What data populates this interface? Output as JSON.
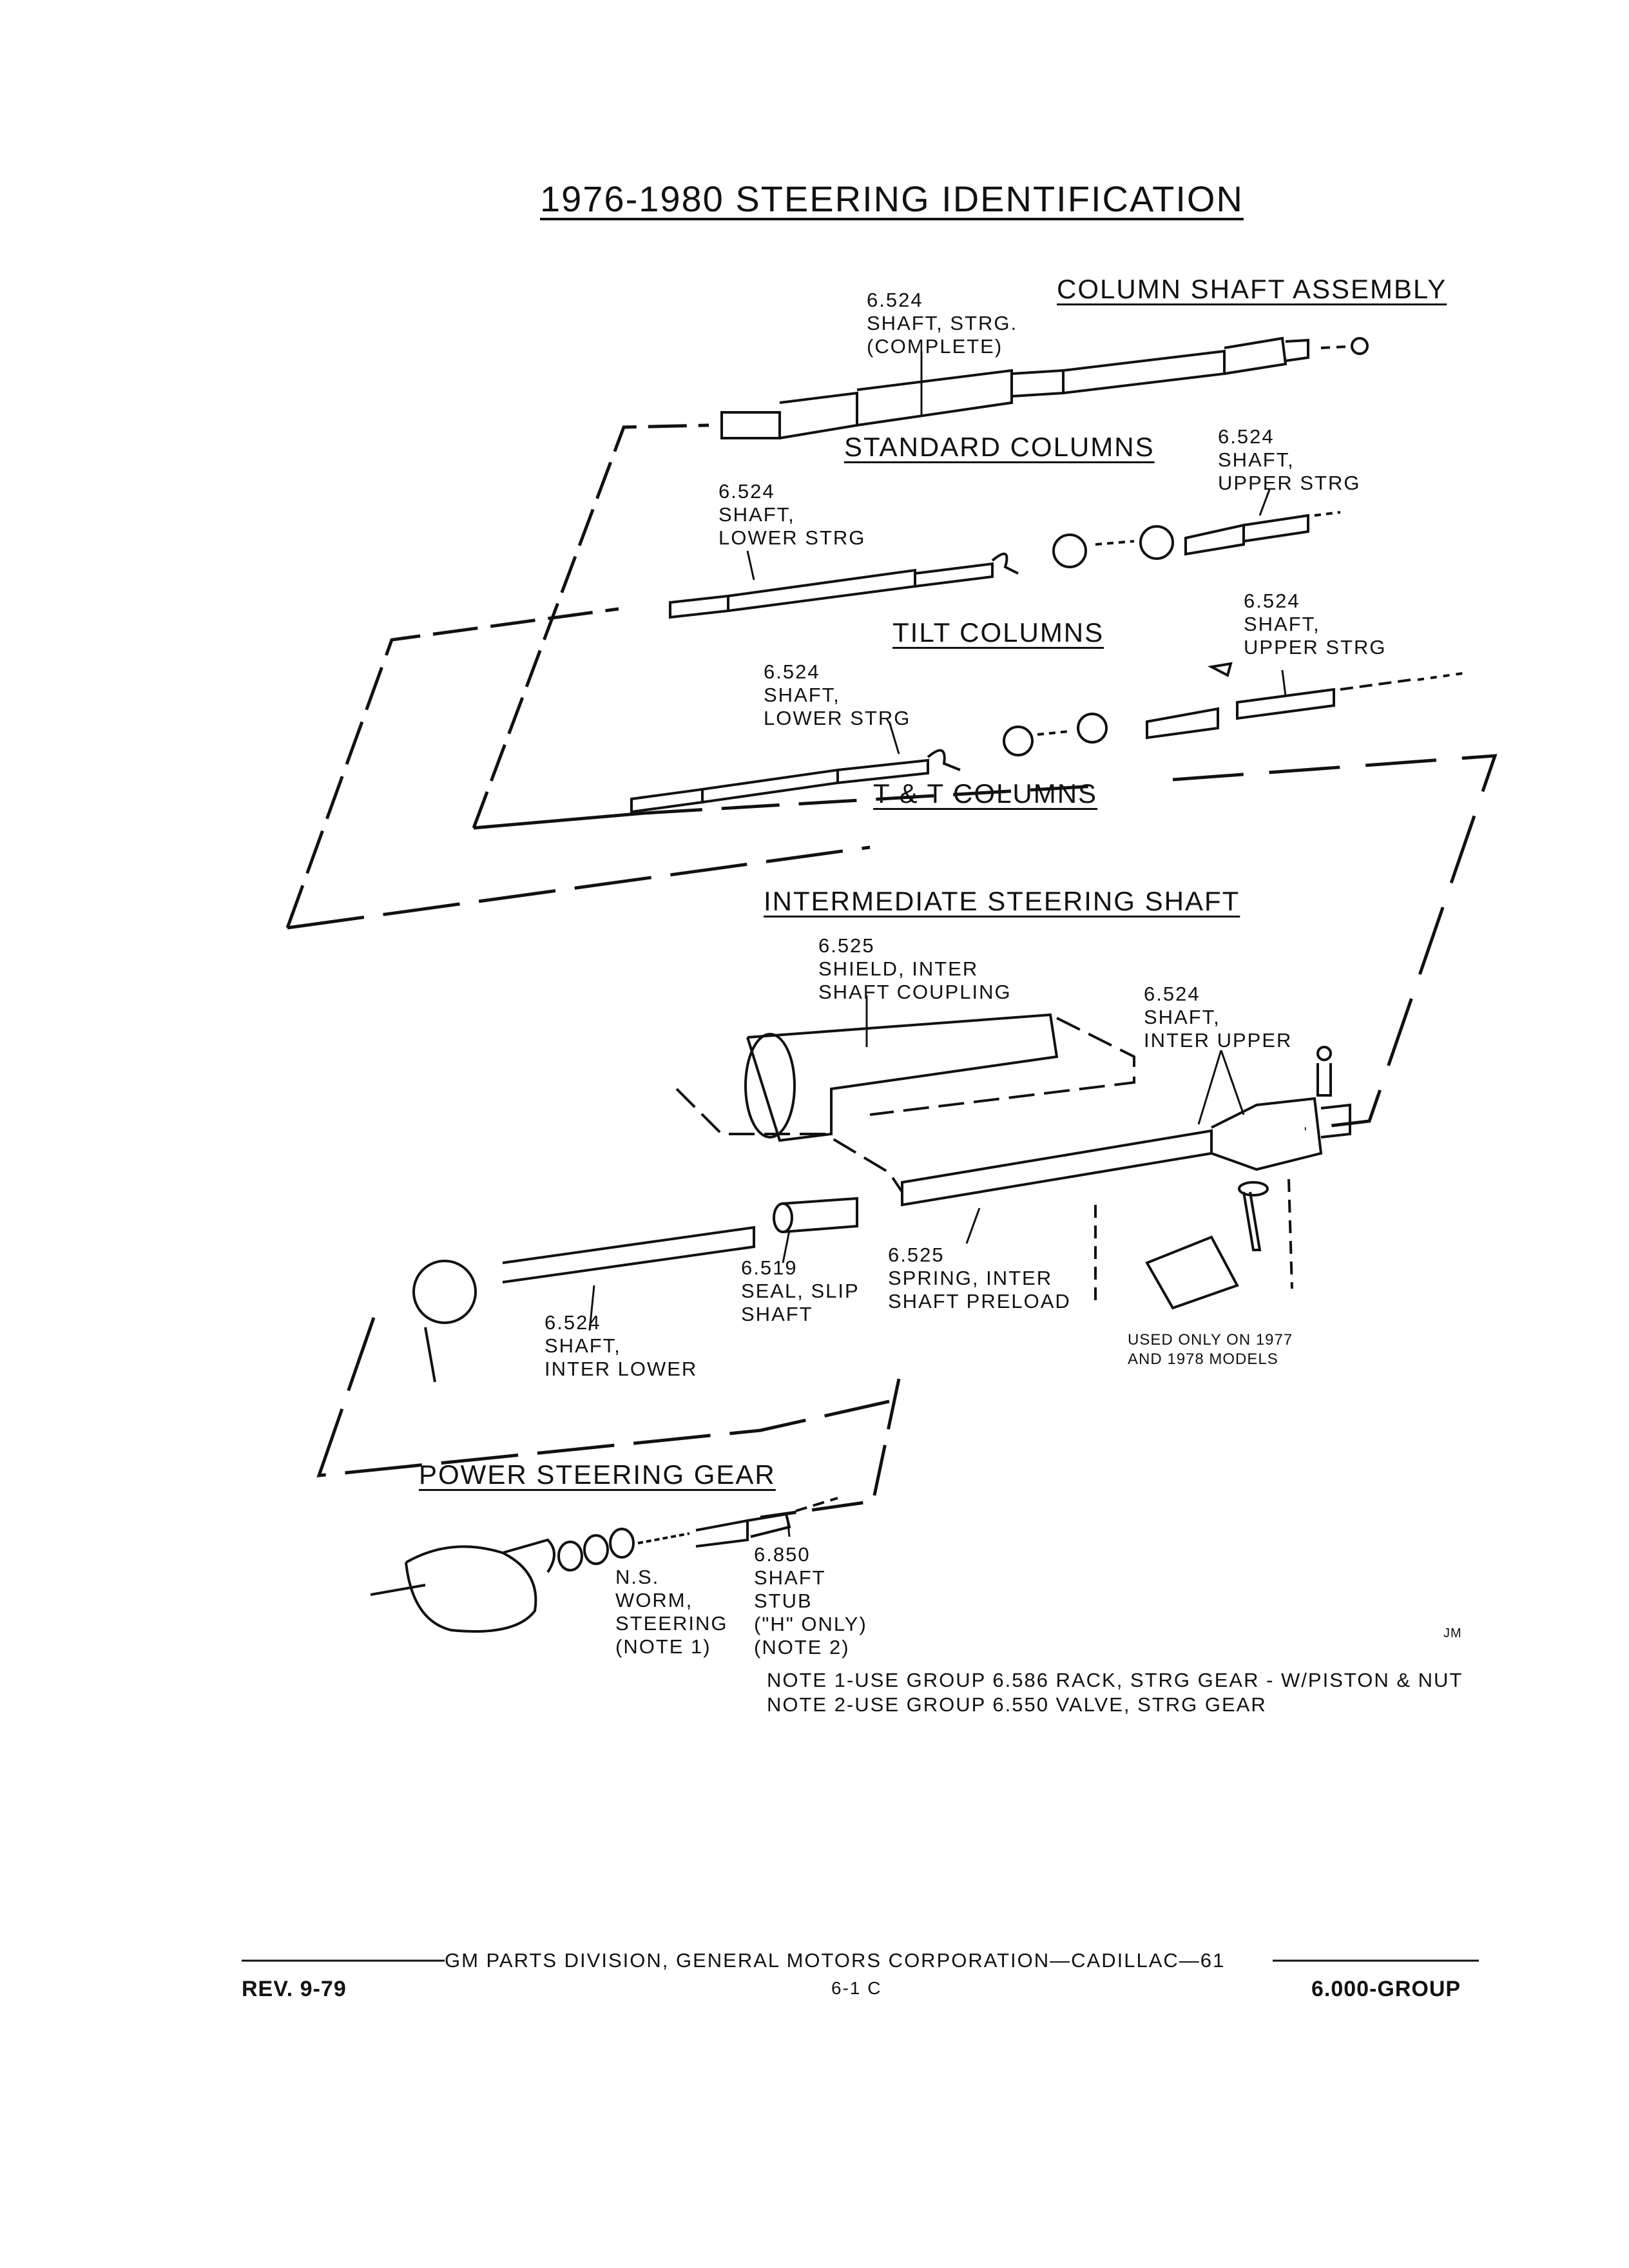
{
  "title": "1976-1980 STEERING IDENTIFICATION",
  "sections": {
    "column_shaft_assembly": "COLUMN SHAFT ASSEMBLY",
    "standard_columns": "STANDARD COLUMNS",
    "tilt_columns": "TILT COLUMNS",
    "t_and_t_columns": "T & T COLUMNS",
    "intermediate_steering_shaft": "INTERMEDIATE STEERING SHAFT",
    "power_steering_gear": "POWER STEERING GEAR"
  },
  "callouts": {
    "shaft_complete": "6.524\nSHAFT, STRG.\n(COMPLETE)",
    "std_upper": "6.524\nSHAFT,\nUPPER STRG",
    "std_lower": "6.524\nSHAFT,\nLOWER STRG",
    "tilt_upper": "6.524\nSHAFT,\nUPPER STRG",
    "tilt_lower": "6.524\nSHAFT,\nLOWER STRG",
    "shield": "6.525\nSHIELD, INTER\nSHAFT COUPLING",
    "inter_upper": "6.524\nSHAFT,\nINTER UPPER",
    "spring": "6.525\nSPRING, INTER\nSHAFT PRELOAD",
    "seal": "6.519\nSEAL, SLIP\nSHAFT",
    "inter_lower": "6.524\nSHAFT,\nINTER LOWER",
    "used_only": "USED ONLY ON 1977\nAND 1978 MODELS",
    "worm": "N.S.\nWORM,\nSTEERING\n(NOTE 1)",
    "stub": "6.850\nSHAFT\nSTUB\n(\"H\" ONLY)\n(NOTE 2)"
  },
  "notes": {
    "note1": "NOTE 1-USE GROUP 6.586 RACK, STRG GEAR - W/PISTON & NUT",
    "note2": "NOTE 2-USE GROUP 6.550 VALVE, STRG GEAR"
  },
  "footer": {
    "division": "GM PARTS DIVISION, GENERAL MOTORS CORPORATION—CADILLAC—61",
    "rev": "REV. 9-79",
    "page": "6-1 C",
    "group": "6.000-GROUP"
  },
  "artist_mark": "JM"
}
